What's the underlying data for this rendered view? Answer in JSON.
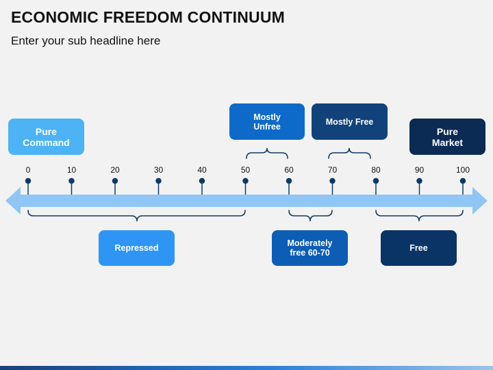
{
  "title": "ECONOMIC FREEDOM CONTINUUM",
  "subtitle": "Enter your sub headline here",
  "scale": {
    "ticks": [
      "0",
      "10",
      "20",
      "30",
      "40",
      "50",
      "60",
      "70",
      "80",
      "90",
      "100"
    ]
  },
  "boxes": {
    "pure_command": "Pure\nCommand",
    "mostly_unfree": "Mostly\nUnfree",
    "mostly_free": "Mostly Free",
    "pure_market": "Pure\nMarket",
    "repressed": "Repressed",
    "moderately_free": "Moderately\nfree 60-70",
    "free": "Free"
  },
  "colors": {
    "background": "#f2f2f2",
    "light_blue": "#4db3f5",
    "mid_blue": "#1f8ef0",
    "blue": "#0e6ac9",
    "dark_blue": "#12427a",
    "navy": "#0b2a54",
    "arrow": "#8fc6f5",
    "tick_dot": "#0f3a66"
  }
}
